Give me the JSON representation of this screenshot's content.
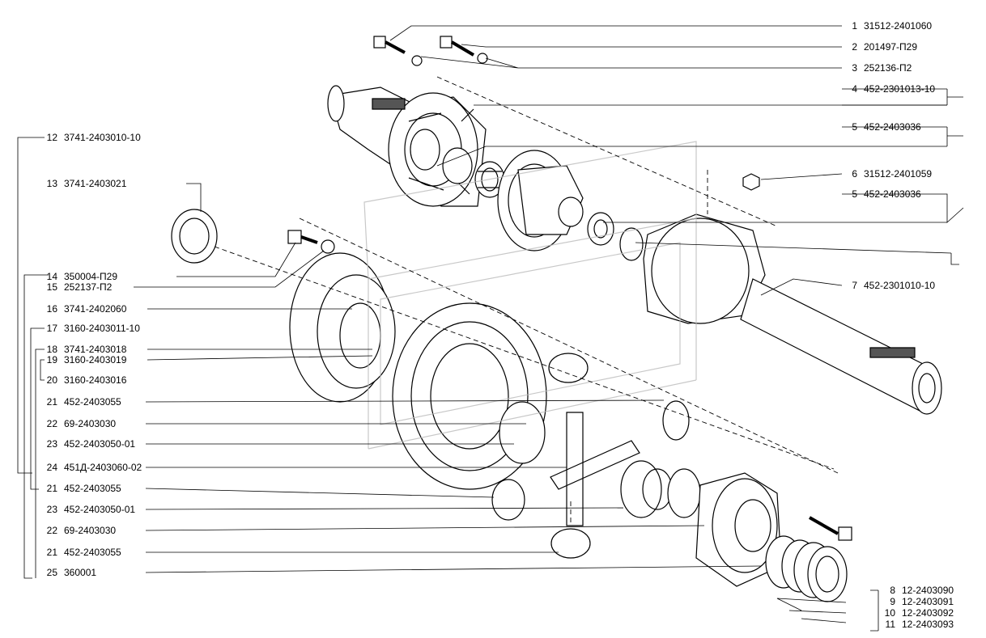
{
  "diagram": {
    "callouts_right_top": [
      {
        "no": "1",
        "code": "31512-2401060"
      },
      {
        "no": "2",
        "code": "201497-П29"
      },
      {
        "no": "3",
        "code": "252136-П2"
      },
      {
        "no": "4",
        "code": "452-2301013-10"
      },
      {
        "no": "5",
        "code": "452-2403036"
      },
      {
        "no": "6",
        "code": "31512-2401059"
      },
      {
        "no": "5",
        "code": "452-2403036"
      },
      {
        "no": "7",
        "code": "452-2301010-10"
      }
    ],
    "callouts_left": [
      {
        "no": "12",
        "code": "3741-2403010-10"
      },
      {
        "no": "13",
        "code": "3741-2403021"
      },
      {
        "no": "14",
        "code": "350004-П29"
      },
      {
        "no": "15",
        "code": "252137-П2"
      },
      {
        "no": "16",
        "code": "3741-2402060"
      },
      {
        "no": "17",
        "code": "3160-2403011-10"
      },
      {
        "no": "18",
        "code": "3741-2403018"
      },
      {
        "no": "19",
        "code": "3160-2403019"
      },
      {
        "no": "20",
        "code": "3160-2403016"
      },
      {
        "no": "21",
        "code": "452-2403055"
      },
      {
        "no": "22",
        "code": "69-2403030"
      },
      {
        "no": "23",
        "code": "452-2403050-01"
      },
      {
        "no": "24",
        "code": "451Д-2403060-02"
      },
      {
        "no": "21",
        "code": "452-2403055"
      },
      {
        "no": "23",
        "code": "452-2403050-01"
      },
      {
        "no": "22",
        "code": "69-2403030"
      },
      {
        "no": "21",
        "code": "452-2403055"
      },
      {
        "no": "25",
        "code": "360001"
      }
    ],
    "callouts_right_bottom": [
      {
        "no": "8",
        "code": "12-2403090"
      },
      {
        "no": "9",
        "code": "12-2403091"
      },
      {
        "no": "10",
        "code": "12-2403092"
      },
      {
        "no": "11",
        "code": "12-2403093"
      }
    ]
  }
}
